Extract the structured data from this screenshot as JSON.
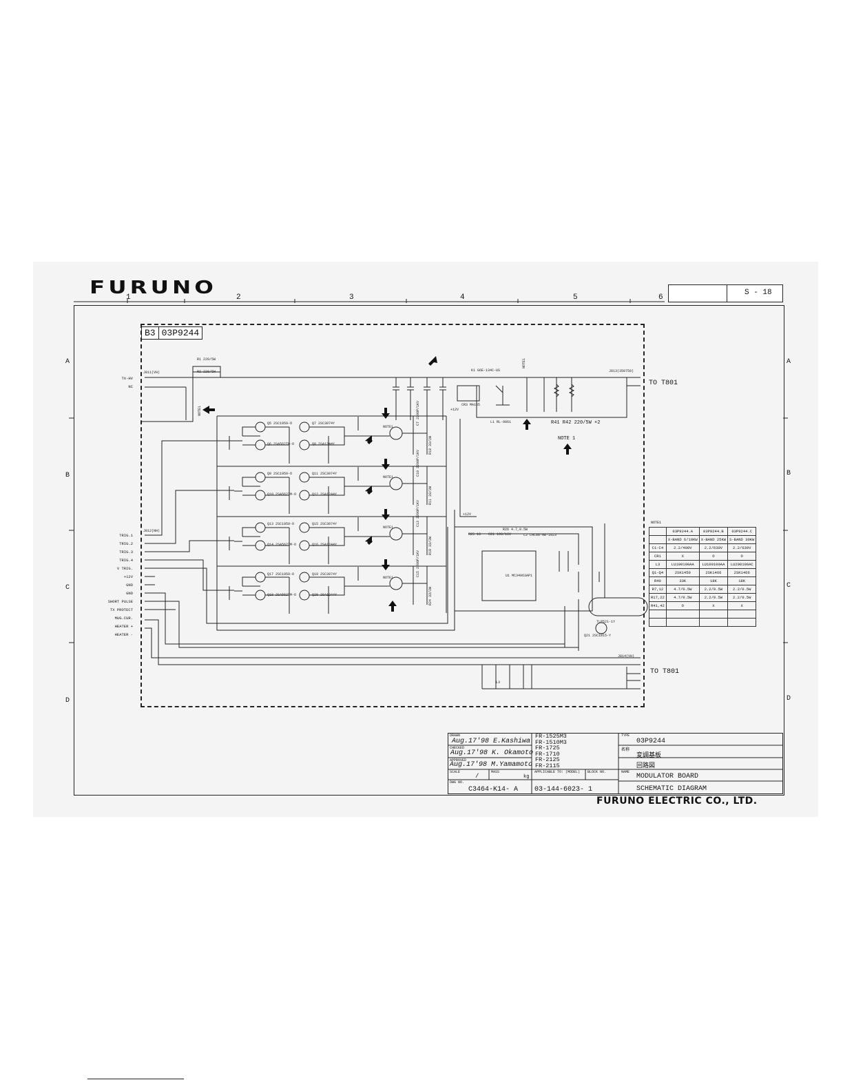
{
  "brand": "FURUNO",
  "columns": [
    "1",
    "2",
    "3",
    "4",
    "5",
    "6"
  ],
  "rows_left": [
    "A",
    "B",
    "C",
    "D"
  ],
  "rows_right": [
    "A",
    "B",
    "C",
    "D"
  ],
  "sheet_no": "S - 18",
  "board": {
    "tag": "B3",
    "part": "03P9244"
  },
  "connectors": {
    "j811": "J811(VH)",
    "j812": "J812(NH)",
    "j813": "J813(350759)",
    "j814": "J814(VH)",
    "to_t801_a": "TO T801",
    "to_t801_b": "TO T801",
    "plus12v_a": "+12V",
    "plus12v_b": "+12V"
  },
  "j811_pins": [
    "TX-HV",
    "NC"
  ],
  "j812_pins": [
    "TRIG.1",
    "TRIG.2",
    "TRIG.3",
    "TRIG.4",
    "V TRIG.",
    "+12V",
    "GND",
    "GND",
    "SHORT PULSE",
    "TX PROTECT",
    "MUG.CUR.",
    "HEATER +",
    "HEATER -"
  ],
  "components": {
    "r1": "R1 220/5W",
    "r2": "R2 220/5W",
    "k1": "K1 G6E-134C-US",
    "cr3": "CR3 MA165",
    "l1": "L1 RL-9061",
    "r41r42": "R41 R42 220/5W ×2",
    "u1": "U1 MC34063AP1",
    "l2": "L2 LHL08-NB-1023",
    "tlp": "TLP521-1Y",
    "q21": "Q21 2SC1815-Y",
    "r25": "R25 10",
    "c21": "C21 100/16V",
    "r26": "R26 4.7,0.5W",
    "l3": "L3",
    "q_rows": [
      {
        "a": "Q5 2SC1959-O",
        "b": "Q7 2SC3074Y",
        "c": "Q6 2SA562TM-O",
        "d": "Q8 2SA1244Y"
      },
      {
        "a": "Q9 2SC1959-O",
        "b": "Q11 2SC3074Y",
        "c": "Q10 2SA562TM-O",
        "d": "Q12 2SA1244Y"
      },
      {
        "a": "Q13 2SC1959-O",
        "b": "Q15 2SC3074Y",
        "c": "Q14 2SA562TM-O",
        "d": "Q16 2SA1244Y"
      },
      {
        "a": "Q17 2SC1959-O",
        "b": "Q19 2SC3074Y",
        "c": "Q18 2SA562TM-O",
        "d": "Q20 2SA1244Y"
      }
    ],
    "stage_caps": [
      "C7 2200P/1KV",
      "C10 2200P/1KV",
      "C13 2200P/1KV",
      "C15 2200P/1KV"
    ],
    "stage_res": [
      "R18 33/2W",
      "R11 33/2W",
      "R19 33/2W",
      "R24 33/2W"
    ],
    "note1": "NOTE1",
    "note1_hand": "NOTE 1"
  },
  "note_table": {
    "title": "NOTE1",
    "header": [
      "",
      "03P9244.A",
      "03P9244.B",
      "03P9244.C"
    ],
    "band": [
      "",
      "X-BAND 6/10KW",
      "X-BAND 25KW",
      "S-BAND 30KW"
    ],
    "rows": [
      [
        "C1-C4",
        "2.2/400V",
        "2.2/630V",
        "2.2/630V"
      ],
      [
        "CR1",
        "X",
        "O",
        "O"
      ],
      [
        "L3",
        "LU100100AA",
        "LU100100AA",
        "LU200100AC"
      ],
      [
        "Q1-Q4",
        "2SK1450",
        "2SK1466",
        "2SK1466"
      ],
      [
        "R40",
        "33K",
        "18K",
        "18K"
      ],
      [
        "R7,12",
        "4.7/0.5W",
        "2.2/0.5W",
        "2.2/0.5W"
      ],
      [
        "R17,22",
        "4.7/0.5W",
        "2.2/0.5W",
        "2.2/0.5W"
      ],
      [
        "R41,42",
        "O",
        "X",
        "X"
      ],
      [
        "",
        "",
        "",
        ""
      ],
      [
        "",
        "",
        "",
        ""
      ]
    ]
  },
  "title_block": {
    "drawn_lbl": "DRAWN",
    "drawn": "Aug.17'98 E.Kashiwa",
    "checked_lbl": "CHECKED",
    "checked": "Aug.17'98 K. Okamoto",
    "approved_lbl": "APPROVED",
    "approved": "Aug.17'98 M.Yamamoto",
    "scale_lbl": "SCALE",
    "scale": "/",
    "mass_lbl": "MASS",
    "mass_unit": "kg",
    "dwg_lbl": "DWG NO.",
    "dwg_no": "C3464-K14- A",
    "models": [
      "FR-1525M3",
      "FR-1510M3",
      "FR-1725",
      "FR-1710",
      "FR-2125",
      "FR-2115"
    ],
    "applicable_lbl": "APPLICABLE TO: (MODEL)",
    "block_lbl": "BLOCK NO.",
    "doc_no": "03-144-6023- 1",
    "type_lbl": "TYPE",
    "type": "03P9244",
    "name_jp_lbl": "名称",
    "name_jp": "変調基板",
    "diagram_jp": "回路図",
    "name_lbl": "NAME",
    "name_en": "MODULATOR BOARD",
    "diagram_en": "SCHEMATIC DIAGRAM"
  },
  "footer": "FURUNO ELECTRIC CO., LTD."
}
